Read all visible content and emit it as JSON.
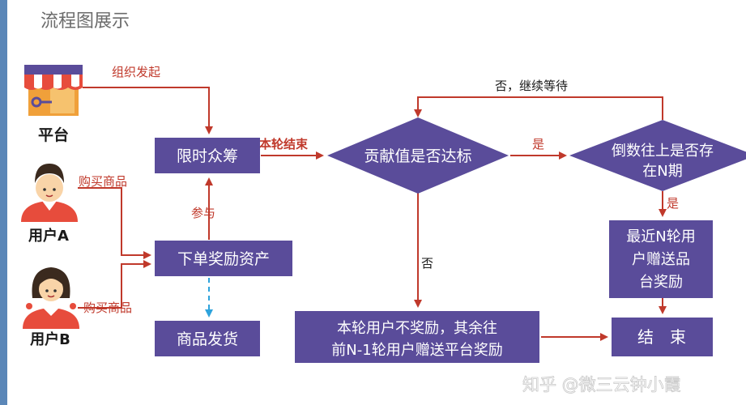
{
  "page_title": "流程图展示",
  "actors": {
    "platform": "平台",
    "user_a": "用户A",
    "user_b": "用户B"
  },
  "nodes": {
    "limited_crowdfunding": "限时众筹",
    "place_order": "下单奖励资产",
    "ship_goods": "商品发货",
    "contribution_check": "贡献值是否达标",
    "countdown_check_line1": "倒数往上是否存",
    "countdown_check_line2": "在N期",
    "recent_reward_line1": "最近N轮用",
    "recent_reward_line2": "户赠送品",
    "recent_reward_line3": "台奖励",
    "no_reward_line1": "本轮用户不奖励，其余往",
    "no_reward_line2": "前N-1轮用户赠送平台奖励",
    "end": "结　束"
  },
  "edge_labels": {
    "organize": "组织发起",
    "buy_a": "购买商品",
    "buy_b": "购买商品",
    "participate": "参与",
    "round_end": "本轮结束",
    "yes_1": "是",
    "yes_2": "是",
    "no_continue": "否，继续等待",
    "no": "否"
  },
  "watermark": "知乎 @微三云钟小霞",
  "colors": {
    "box": "#5a4c9a",
    "arrow": "#c0392b",
    "dashed": "#2ea3dc",
    "label": "#c0392b"
  }
}
